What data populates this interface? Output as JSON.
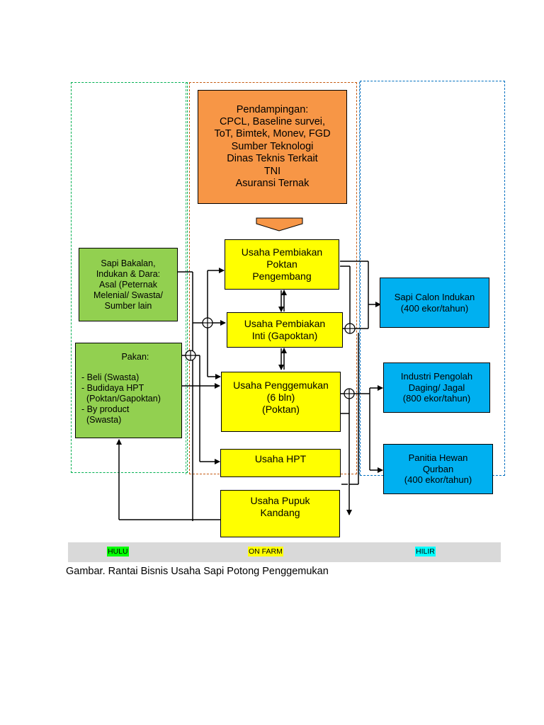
{
  "colors": {
    "orange_box": "#f79646",
    "yellow_box": "#ffff00",
    "green_box": "#92d050",
    "blue_box": "#00b0f0",
    "hulu_zone": "#00b050",
    "on_farm_zone": "#c55a11",
    "hilir_zone": "#0070c0",
    "hulu_tag": "#00ff00",
    "on_farm_tag": "#ffff00",
    "hilir_tag": "#00ffff",
    "band": "#d9d9d9"
  },
  "support_box": {
    "lines": [
      "Pendampingan:",
      "CPCL, Baseline survei,",
      "ToT, Bimtek, Monev, FGD",
      "Sumber Teknologi",
      "Dinas Teknis Terkait",
      "TNI",
      "Asuransi Ternak"
    ]
  },
  "inputs": {
    "sapi_bakalan": [
      "Sapi Bakalan,",
      "Indukan & Dara:",
      "Asal (Peternak",
      "Melenial/ Swasta/",
      "Sumber lain"
    ],
    "pakan_title": "Pakan:",
    "pakan_items": [
      "- Beli (Swasta)",
      "- Budidaya HPT",
      "  (Poktan/Gapoktan)",
      "- By product",
      "  (Swasta)"
    ]
  },
  "on_farm": {
    "pembiakan_poktan": [
      "Usaha Pembiakan",
      "Poktan",
      "Pengembang"
    ],
    "pembiakan_inti": [
      "Usaha Pembiakan",
      "Inti (Gapoktan)"
    ],
    "penggemukan": [
      "Usaha Penggemukan",
      "(6 bln)",
      "(Poktan)"
    ],
    "hpt": [
      "Usaha HPT"
    ],
    "pupuk": [
      "Usaha Pupuk",
      "Kandang"
    ]
  },
  "outputs": {
    "calon_indukan": [
      "Sapi Calon Indukan",
      "(400 ekor/tahun)"
    ],
    "industri": [
      "Industri Pengolah",
      "Daging/ Jagal",
      "(800 ekor/tahun)"
    ],
    "panitia": [
      "Panitia Hewan",
      "Qurban",
      "(400 ekor/tahun)"
    ]
  },
  "legend": {
    "hulu": "HULU",
    "on_farm": "ON FARM",
    "hilir": "HILIR"
  },
  "caption": "Gambar. Rantai Bisnis Usaha Sapi Potong Penggemukan"
}
